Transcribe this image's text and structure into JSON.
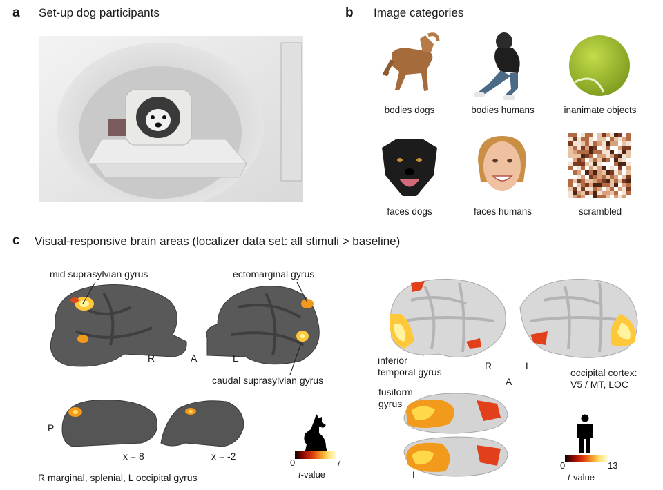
{
  "panel_a": {
    "letter": "a",
    "title": "Set-up dog participants"
  },
  "panel_b": {
    "letter": "b",
    "title": "Image categories",
    "categories": [
      "bodies dogs",
      "bodies humans",
      "inanimate objects",
      "faces dogs",
      "faces humans",
      "scrambled"
    ]
  },
  "panel_c": {
    "letter": "c",
    "title": "Visual-responsive brain areas (localizer data set: all stimuli > baseline)",
    "dog": {
      "labels": {
        "mid_suprasylvian": "mid suprasylvian gyrus",
        "ectomarginal": "ectomarginal gyrus",
        "caudal_suprasylvian": "caudal suprasylvian gyrus",
        "R": "R",
        "A": "A",
        "L": "L",
        "P": "P",
        "x1": "x = 8",
        "x2": "x = -2",
        "marginal": "R marginal, splenial, L occipital gyrus"
      },
      "colorbar": {
        "min": "0",
        "max": "7",
        "label_italic": "t",
        "label_rest": "-value"
      }
    },
    "human": {
      "labels": {
        "inferior_temporal": "inferior\ntemporal gyrus",
        "R": "R",
        "L": "L",
        "A": "A",
        "occipital": "occipital cortex:\nV5 / MT, LOC",
        "fusiform": "fusiform\ngyrus",
        "L_bottom": "L"
      },
      "colorbar": {
        "min": "0",
        "max": "13",
        "label_italic": "t",
        "label_rest": "-value"
      }
    }
  }
}
